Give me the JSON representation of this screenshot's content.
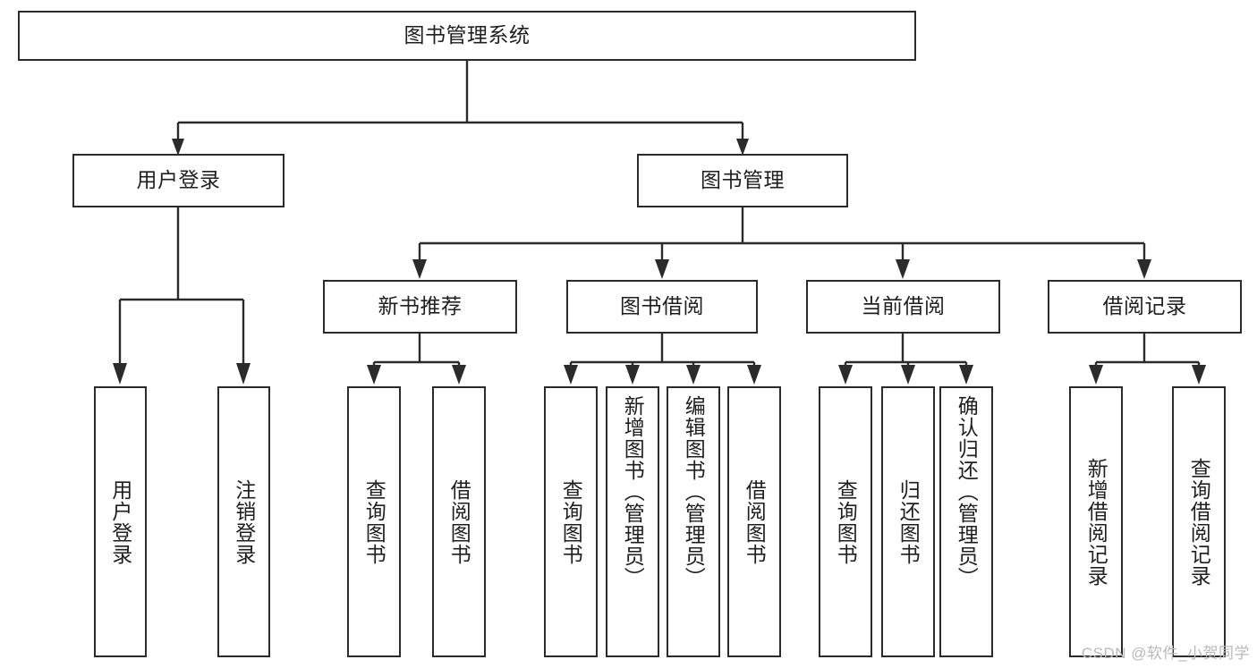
{
  "diagram": {
    "type": "hierarchy-tree",
    "title": "图书管理系统",
    "watermark": "CSDN @软件_小贺同学",
    "colors": {
      "box_border": "#2b2b2b",
      "box_fill": "#ffffff",
      "text": "#1f1f1f",
      "connector": "#2b2b2b",
      "watermark": "#b9b9b9",
      "background": "#ffffff"
    },
    "root": {
      "label": "图书管理系统"
    },
    "level2": [
      {
        "label": "用户登录"
      },
      {
        "label": "图书管理"
      }
    ],
    "level3": [
      {
        "label": "新书推荐"
      },
      {
        "label": "图书借阅"
      },
      {
        "label": "当前借阅"
      },
      {
        "label": "借阅记录"
      }
    ],
    "leaves": {
      "user_login": [
        {
          "label": "用户登录"
        },
        {
          "label": "注销登录"
        }
      ],
      "new_book_recommend": [
        {
          "label": "查询图书"
        },
        {
          "label": "借阅图书"
        }
      ],
      "book_borrow": [
        {
          "label": "查询图书"
        },
        {
          "label": "新增图书（管理员）"
        },
        {
          "label": "编辑图书（管理员）"
        },
        {
          "label": "借阅图书"
        }
      ],
      "current_borrow": [
        {
          "label": "查询图书"
        },
        {
          "label": "归还图书"
        },
        {
          "label": "确认归还（管理员）"
        }
      ],
      "borrow_record": [
        {
          "label": "新增借阅记录"
        },
        {
          "label": "查询借阅记录"
        }
      ]
    }
  }
}
